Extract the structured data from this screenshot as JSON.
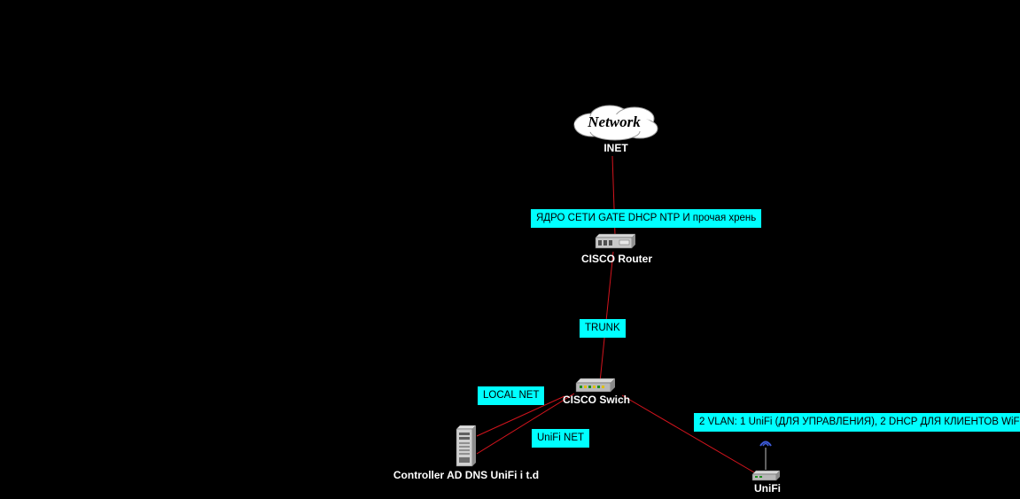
{
  "colors": {
    "background": "#000000",
    "link": "#d4141d",
    "note_background": "#00ffff",
    "label_text": "#ffffff"
  },
  "nodes": {
    "cloud_text": "Network",
    "inet": "INET",
    "router": "CISCO Router",
    "switch": "CISCO Swich",
    "server": "Controller AD DNS UniFi i t.d",
    "unifi": "UniFi"
  },
  "notes": {
    "router_role": "ЯДРО СЕТИ GATE DHCP NTP И прочая хрень",
    "trunk": "TRUNK",
    "local_net": "LOCAL NET",
    "unifi_net": "UniFi NET",
    "vlans": "2 VLAN: 1 UniFi (ДЛЯ УПРАВЛЕНИЯ), 2 DHCP ДЛЯ КЛИЕНТОВ WiFi"
  },
  "icons": {
    "cloud": "cloud-icon",
    "router": "router-icon",
    "switch": "switch-icon",
    "server": "server-icon",
    "access_point": "wifi-access-point-icon"
  }
}
